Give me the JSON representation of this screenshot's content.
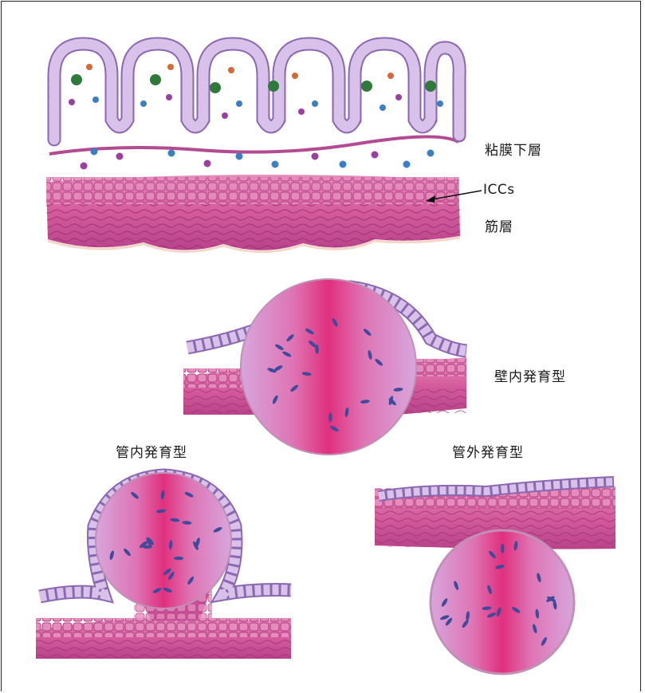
{
  "labels": {
    "submucosa": "粘膜下層",
    "iccs": "ICCs",
    "muscle_layer": "筋層",
    "intramural": "壁内発育型",
    "intraluminal": "管内発育型",
    "extraluminal": "管外発育型"
  },
  "colors": {
    "epithelium": "#c7a8df",
    "epithelium_edge": "#8c68b0",
    "muscle": "#d45a9c",
    "muscle_dark": "#a83a7c",
    "tumor_center": "#e0307e",
    "tumor_edge": "#cf9ad6",
    "nucleus": "#3f4a9a"
  }
}
